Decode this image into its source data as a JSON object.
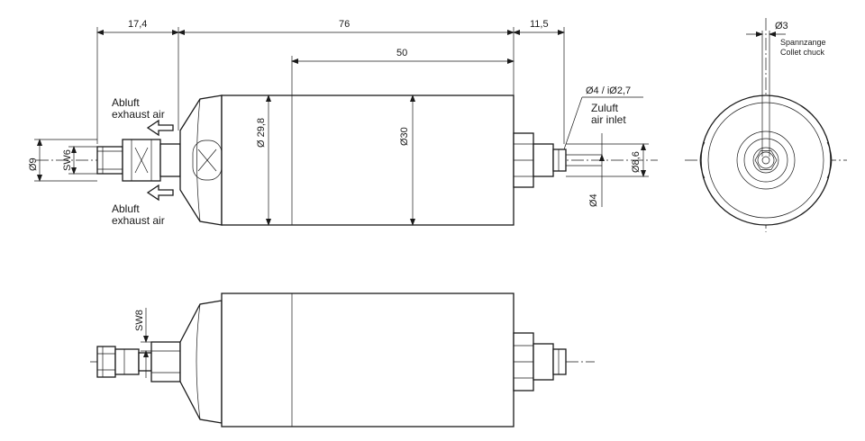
{
  "dimensions": {
    "rear_length": "17,4",
    "body_length": "76",
    "front_length": "11,5",
    "sleeve_length": "50",
    "hose_diameter_outer": "Ø4 / iØ2,7",
    "exhaust_diameter": "Ø9",
    "exhaust_wrench": "SW6",
    "cap_diameter": "Ø 29,8",
    "body_diameter": "Ø30",
    "inlet_diameter": "Ø8,6",
    "hose_diameter": "Ø4",
    "shaft_wrench": "SW8",
    "collet_diameter": "Ø3"
  },
  "labels": {
    "exhaust_top_de": "Abluft",
    "exhaust_top_en": "exhaust air",
    "exhaust_bottom_de": "Abluft",
    "exhaust_bottom_en": "exhaust air",
    "inlet_de": "Zuluft",
    "inlet_en": "air inlet",
    "collet_de": "Spannzange",
    "collet_en": "Collet chuck"
  }
}
